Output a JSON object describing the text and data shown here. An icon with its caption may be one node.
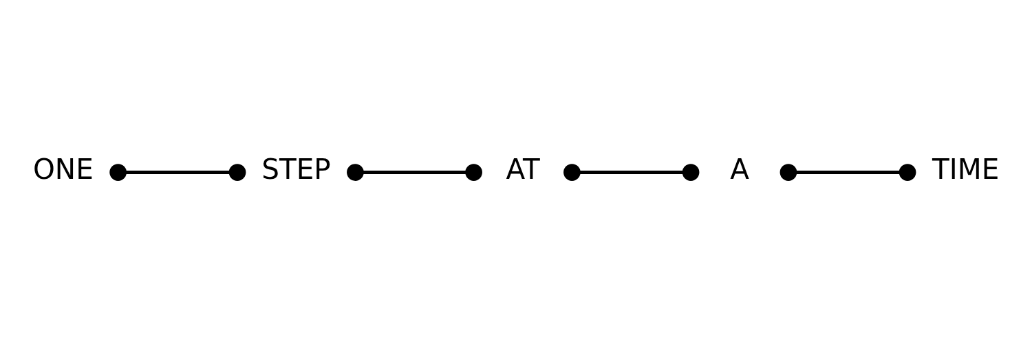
{
  "diagram": {
    "nodes": [
      {
        "text": [
          "ONE"
        ]
      },
      {
        "text": [
          "STEP"
        ]
      },
      {
        "text": [
          "AT"
        ]
      },
      {
        "text": [
          "A"
        ]
      },
      {
        "text": [
          "TIME"
        ]
      }
    ],
    "edges": [
      {
        "from": 0,
        "to": 1,
        "arrow": "other"
      },
      {
        "from": 1,
        "to": 2,
        "arrow": "other"
      },
      {
        "from": 2,
        "to": 3,
        "arrow": "other"
      },
      {
        "from": 3,
        "to": 4,
        "arrow": "other"
      }
    ]
  }
}
